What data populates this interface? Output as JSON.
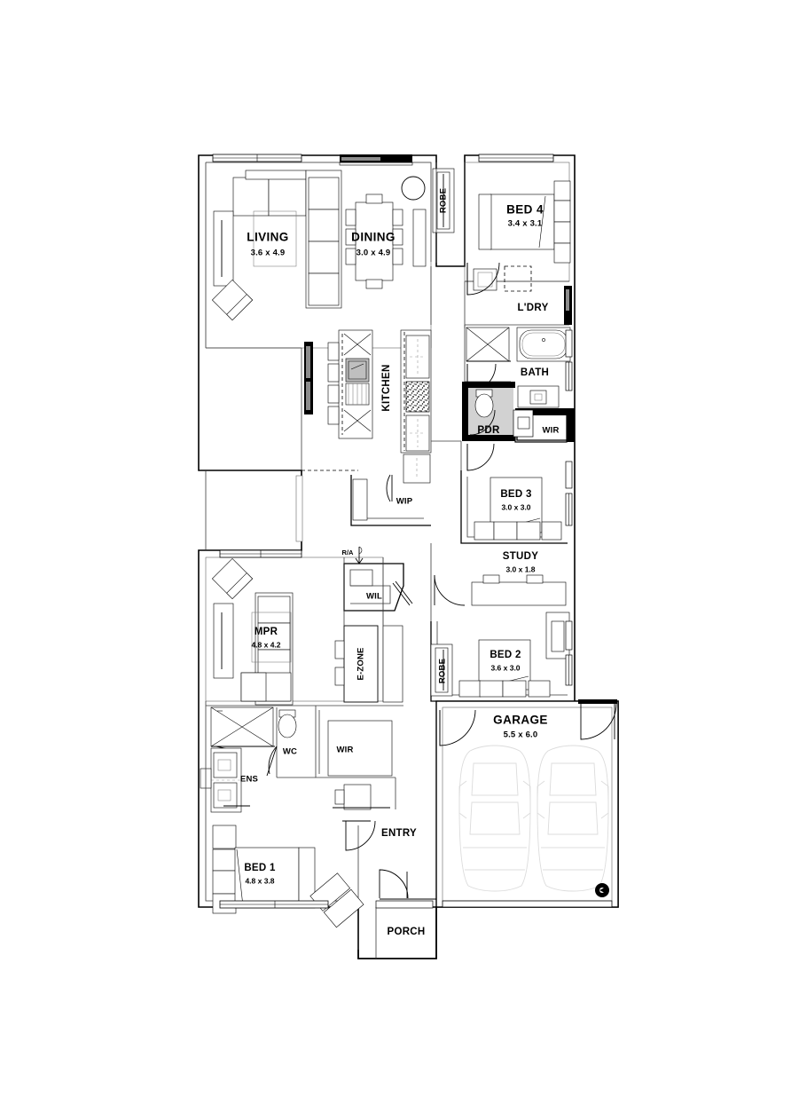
{
  "document": {
    "type": "architectural-floor-plan",
    "title": "Residential Floor Plan",
    "background_color": "#ffffff",
    "line_color": "#000000",
    "shaded_room_color": "#d2d2d2",
    "car_outline_color": "#dcdcdc"
  },
  "rooms": [
    {
      "id": "living",
      "name": "LIVING",
      "dimensions": "3.6 x 4.9"
    },
    {
      "id": "dining",
      "name": "DINING",
      "dimensions": "3.0 x 4.9"
    },
    {
      "id": "kitchen",
      "name": "KITCHEN",
      "dimensions": ""
    },
    {
      "id": "wip",
      "name": "WIP",
      "dimensions": ""
    },
    {
      "id": "bed4",
      "name": "BED 4",
      "dimensions": "3.4 x 3.1"
    },
    {
      "id": "robe4",
      "name": "ROBE",
      "dimensions": ""
    },
    {
      "id": "ldry",
      "name": "L'DRY",
      "dimensions": ""
    },
    {
      "id": "bath",
      "name": "BATH",
      "dimensions": ""
    },
    {
      "id": "pdr",
      "name": "PDR",
      "dimensions": ""
    },
    {
      "id": "wir_pdr",
      "name": "WIR",
      "dimensions": ""
    },
    {
      "id": "bed3",
      "name": "BED 3",
      "dimensions": "3.0 x 3.0"
    },
    {
      "id": "study",
      "name": "STUDY",
      "dimensions": "3.0 x 1.8"
    },
    {
      "id": "bed2",
      "name": "BED 2",
      "dimensions": "3.6 x 3.0"
    },
    {
      "id": "robe2",
      "name": "ROBE",
      "dimensions": ""
    },
    {
      "id": "garage",
      "name": "GARAGE",
      "dimensions": "5.5 x 6.0"
    },
    {
      "id": "mpr",
      "name": "MPR",
      "dimensions": "4.8 x 4.2"
    },
    {
      "id": "wil",
      "name": "WIL",
      "dimensions": ""
    },
    {
      "id": "ezone",
      "name": "E-ZONE",
      "dimensions": ""
    },
    {
      "id": "wc",
      "name": "WC",
      "dimensions": ""
    },
    {
      "id": "wir_main",
      "name": "WIR",
      "dimensions": ""
    },
    {
      "id": "ens",
      "name": "ENS",
      "dimensions": ""
    },
    {
      "id": "bed1",
      "name": "BED 1",
      "dimensions": "4.8 x 3.8"
    },
    {
      "id": "entry",
      "name": "ENTRY",
      "dimensions": ""
    },
    {
      "id": "porch",
      "name": "PORCH",
      "dimensions": ""
    }
  ],
  "annotations": [
    {
      "id": "ra",
      "label": "R/A",
      "description": "return air vent marker with arrow"
    }
  ],
  "markers": [
    {
      "id": "north-point",
      "label": "",
      "description": "black circular north point symbol in garage"
    }
  ],
  "fixtures": {
    "cars": 2,
    "beds": 4,
    "sofas": 2,
    "dining_table_seats": 6,
    "kitchen_island": 1,
    "bathtub": 1,
    "showers": 2,
    "toilets": 3,
    "vanities": 3,
    "laundry_tub": 1
  }
}
